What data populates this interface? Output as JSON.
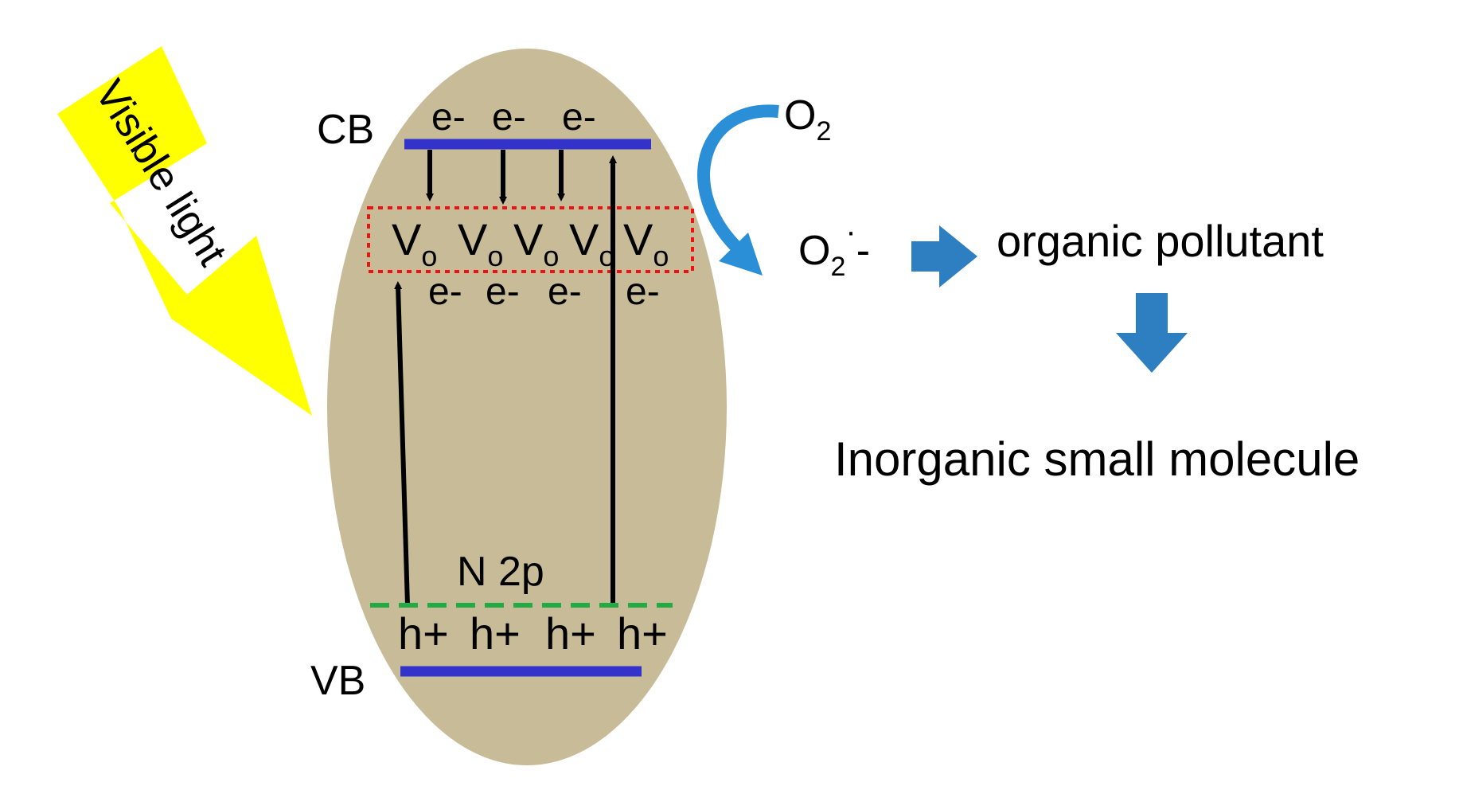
{
  "labels": {
    "visible_light": "Visible light",
    "cb": "CB",
    "vb": "VB",
    "n2p": "N 2p",
    "o2_base": "O",
    "o2_sub": "2",
    "o2rad_base": "O",
    "o2rad_sub": "2",
    "o2rad_sup": "·",
    "o2rad_charge": "-",
    "organic_pollutant": "organic pollutant",
    "inorganic": "Inorganic small molecule"
  },
  "cb_electrons": [
    "e-",
    "e-",
    "e-"
  ],
  "vo_electrons": [
    "e-",
    "e-",
    "e-",
    "e-"
  ],
  "holes": [
    "h+",
    "h+",
    "h+",
    "h+"
  ],
  "vacancies": [
    {
      "base": "V",
      "sub": "o"
    },
    {
      "base": "V",
      "sub": "o"
    },
    {
      "base": "V",
      "sub": "o"
    },
    {
      "base": "V",
      "sub": "o"
    },
    {
      "base": "V",
      "sub": "o"
    }
  ],
  "colors": {
    "ellipse_fill": "#c8bc98",
    "band_blue": "#3333cc",
    "n2p_green": "#22aa44",
    "vacancy_box_red": "#ee1111",
    "lightning_yellow": "#ffff00",
    "curved_arrow_blue": "#2a8fd6",
    "block_arrow_blue": "#2e7fc2"
  }
}
